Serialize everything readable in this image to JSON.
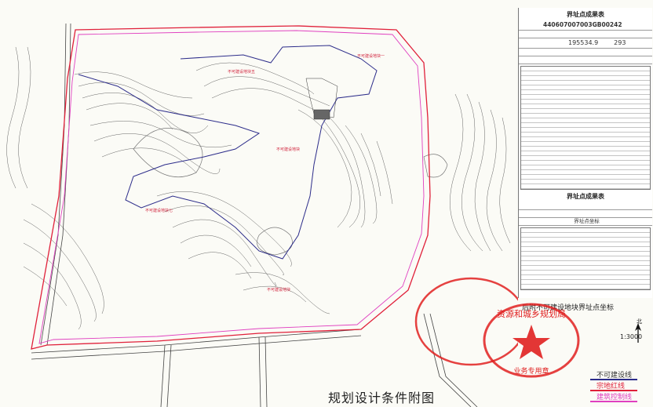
{
  "caption": "规划设计条件附图",
  "note": "后附不可建设地块界址点坐标",
  "scale": "1:3000",
  "north_label": "北",
  "tables": {
    "title1": "界址点成果表",
    "code": "440607007003GB00242",
    "area_value": "195534.9",
    "area_tail": "293",
    "title2": "界址点成果表",
    "subtitle2": "界址点坐标"
  },
  "parcel_labels": [
    "不可建设地块五",
    "不可建设地块一",
    "不可建设地块",
    "不可建设地块七",
    "不可建设地块"
  ],
  "legend": {
    "items": [
      {
        "label": "不可建设线",
        "color": "#2c2c8a"
      },
      {
        "label": "宗地红线",
        "color": "#e0203a"
      },
      {
        "label": "建筑控制线",
        "color": "#e040c0"
      }
    ]
  },
  "seal": {
    "text": "资源和城乡规划局",
    "sub": "业务专用章"
  },
  "colors": {
    "boundary": "#e0203a",
    "control": "#e040c0",
    "noBuild": "#2c2c8a",
    "contour": "#555555",
    "seal": "#e02020"
  }
}
